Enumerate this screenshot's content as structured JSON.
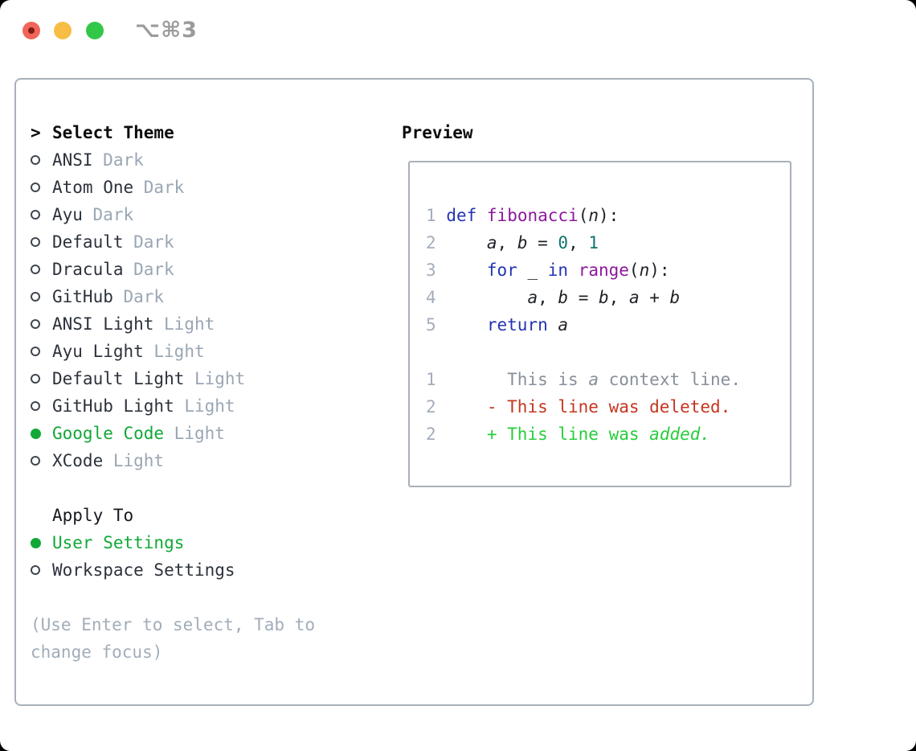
{
  "window": {
    "title": "⌥⌘3"
  },
  "colors": {
    "accent_green": "#11a838",
    "diff_add_green": "#28cd3c",
    "diff_delete_red": "#c43620",
    "context_gray": "#878f99",
    "keyword_blue": "#2334b2",
    "function_purple": "#8c189c",
    "number_teal": "#0e756d",
    "tag_gray": "#9aa6b4",
    "border_gray": "#a8b0ba",
    "line_number_gray": "#a4adba",
    "traffic_red": "#f1655a",
    "traffic_yellow": "#f7bd45",
    "traffic_green": "#33c74a"
  },
  "theme_list": {
    "prompt": ">",
    "header": "Select Theme",
    "items": [
      {
        "name": "ANSI",
        "tag": "Dark",
        "selected": false
      },
      {
        "name": "Atom One",
        "tag": "Dark",
        "selected": false
      },
      {
        "name": "Ayu",
        "tag": "Dark",
        "selected": false
      },
      {
        "name": "Default",
        "tag": "Dark",
        "selected": false
      },
      {
        "name": "Dracula",
        "tag": "Dark",
        "selected": false
      },
      {
        "name": "GitHub",
        "tag": "Dark",
        "selected": false
      },
      {
        "name": "ANSI Light",
        "tag": "Light",
        "selected": false
      },
      {
        "name": "Ayu Light",
        "tag": "Light",
        "selected": false
      },
      {
        "name": "Default Light",
        "tag": "Light",
        "selected": false
      },
      {
        "name": "GitHub Light",
        "tag": "Light",
        "selected": false
      },
      {
        "name": "Google Code",
        "tag": "Light",
        "selected": true
      },
      {
        "name": "XCode",
        "tag": "Light",
        "selected": false
      }
    ]
  },
  "apply_to": {
    "header": "Apply To",
    "options": [
      {
        "name": "User Settings",
        "selected": true
      },
      {
        "name": "Workspace Settings",
        "selected": false
      }
    ]
  },
  "hint": "(Use Enter to select, Tab to change focus)",
  "preview": {
    "title": "Preview",
    "lines": [
      {
        "tokens": [
          {
            "t": "1",
            "c": "ln"
          },
          {
            "t": " ",
            "c": "pl"
          },
          {
            "t": "def",
            "c": "kw"
          },
          {
            "t": " ",
            "c": "pl"
          },
          {
            "t": "fibonacci",
            "c": "fn"
          },
          {
            "t": "(",
            "c": "pl"
          },
          {
            "t": "n",
            "c": "id"
          },
          {
            "t": "):",
            "c": "pl"
          }
        ]
      },
      {
        "tokens": [
          {
            "t": "2",
            "c": "ln"
          },
          {
            "t": "     ",
            "c": "pl"
          },
          {
            "t": "a",
            "c": "id"
          },
          {
            "t": ", ",
            "c": "pl"
          },
          {
            "t": "b",
            "c": "id"
          },
          {
            "t": " = ",
            "c": "pl"
          },
          {
            "t": "0",
            "c": "lit"
          },
          {
            "t": ", ",
            "c": "pl"
          },
          {
            "t": "1",
            "c": "lit"
          }
        ]
      },
      {
        "tokens": [
          {
            "t": "3",
            "c": "ln"
          },
          {
            "t": "     ",
            "c": "pl"
          },
          {
            "t": "for",
            "c": "kw"
          },
          {
            "t": " _ ",
            "c": "pl"
          },
          {
            "t": "in",
            "c": "kw"
          },
          {
            "t": " ",
            "c": "pl"
          },
          {
            "t": "range",
            "c": "fn"
          },
          {
            "t": "(",
            "c": "pl"
          },
          {
            "t": "n",
            "c": "id"
          },
          {
            "t": "):",
            "c": "pl"
          }
        ]
      },
      {
        "tokens": [
          {
            "t": "4",
            "c": "ln"
          },
          {
            "t": "         ",
            "c": "pl"
          },
          {
            "t": "a",
            "c": "id"
          },
          {
            "t": ", ",
            "c": "pl"
          },
          {
            "t": "b",
            "c": "id"
          },
          {
            "t": " = ",
            "c": "pl"
          },
          {
            "t": "b",
            "c": "id"
          },
          {
            "t": ", ",
            "c": "pl"
          },
          {
            "t": "a",
            "c": "id"
          },
          {
            "t": " + ",
            "c": "pl"
          },
          {
            "t": "b",
            "c": "id"
          }
        ]
      },
      {
        "tokens": [
          {
            "t": "5",
            "c": "ln"
          },
          {
            "t": "     ",
            "c": "pl"
          },
          {
            "t": "return",
            "c": "kw"
          },
          {
            "t": " ",
            "c": "pl"
          },
          {
            "t": "a",
            "c": "id"
          }
        ]
      },
      {
        "tokens": []
      },
      {
        "tokens": [
          {
            "t": "1",
            "c": "ln"
          },
          {
            "t": "       This is ",
            "c": "ctx"
          },
          {
            "t": "a",
            "c": "ctxi"
          },
          {
            "t": " context line.",
            "c": "ctx"
          }
        ]
      },
      {
        "tokens": [
          {
            "t": "2",
            "c": "ln"
          },
          {
            "t": "     - This line was deleted.",
            "c": "del"
          }
        ]
      },
      {
        "tokens": [
          {
            "t": "2",
            "c": "ln"
          },
          {
            "t": "     + This line was ",
            "c": "add"
          },
          {
            "t": "added.",
            "c": "addi"
          }
        ]
      }
    ]
  }
}
